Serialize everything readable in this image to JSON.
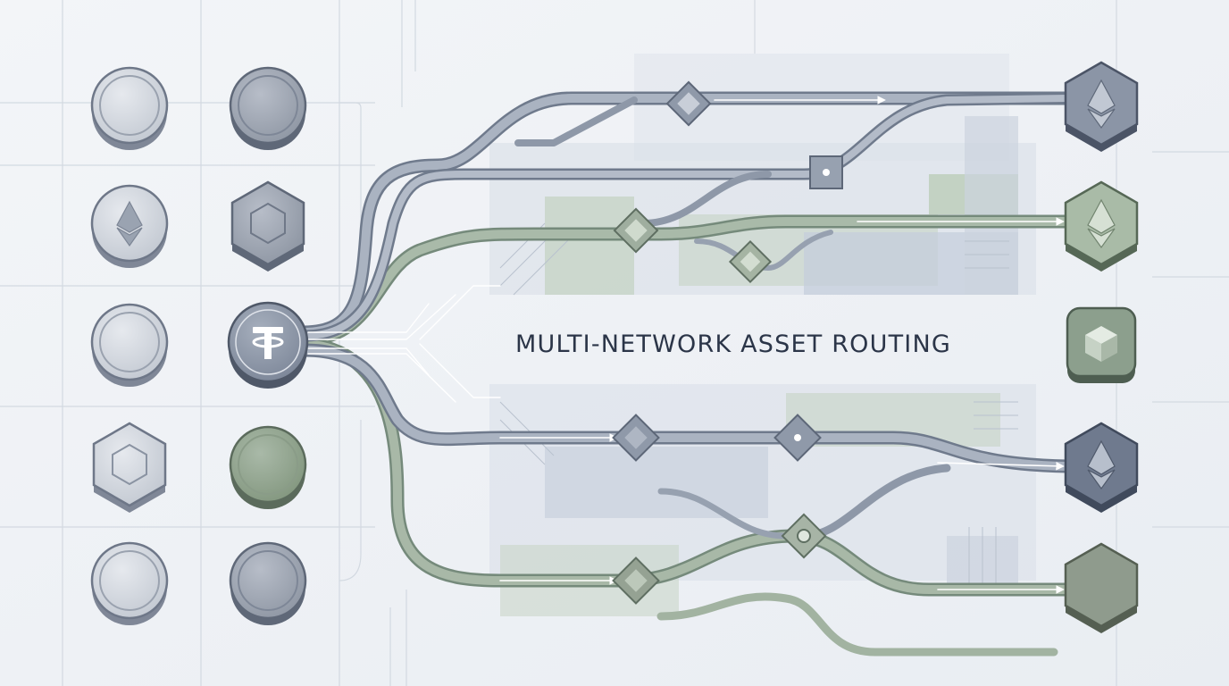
{
  "title": "MULTI-NETWORK ASSET ROUTING",
  "colors": {
    "background": "#eef1f5",
    "pipe_gray": "#8e98a8",
    "pipe_gray_dark": "#6f7a8c",
    "pipe_green": "#8fa494",
    "pipe_green_dark": "#758a7b",
    "panel_green": "#b9ccb4",
    "panel_blue": "#c5cddb",
    "title": "#2b3548"
  },
  "source_tokens": [
    {
      "id": "src-1",
      "shape": "circle",
      "icon": "blank-coin-icon",
      "tone": "light"
    },
    {
      "id": "src-2",
      "shape": "circle",
      "icon": "blank-coin-icon",
      "tone": "mid"
    },
    {
      "id": "src-3",
      "shape": "circle",
      "icon": "ethereum-icon",
      "tone": "light"
    },
    {
      "id": "src-4",
      "shape": "hexagon",
      "icon": "hexagon-icon",
      "tone": "mid"
    },
    {
      "id": "src-5",
      "shape": "circle",
      "icon": "blank-coin-icon",
      "tone": "light"
    },
    {
      "id": "src-6",
      "shape": "circle",
      "icon": "tether-icon",
      "tone": "active"
    },
    {
      "id": "src-7",
      "shape": "hexagon",
      "icon": "hexagon-icon",
      "tone": "light"
    },
    {
      "id": "src-8",
      "shape": "circle",
      "icon": "blank-coin-icon",
      "tone": "green"
    },
    {
      "id": "src-9",
      "shape": "circle",
      "icon": "blank-coin-icon",
      "tone": "light"
    },
    {
      "id": "src-10",
      "shape": "circle",
      "icon": "blank-coin-icon",
      "tone": "mid"
    }
  ],
  "destinations": [
    {
      "id": "dest-1",
      "shape": "hexagon",
      "icon": "ethereum-icon",
      "tone": "slate"
    },
    {
      "id": "dest-2",
      "shape": "hexagon",
      "icon": "ethereum-icon",
      "tone": "green"
    },
    {
      "id": "dest-3",
      "shape": "rounded-square",
      "icon": "cube-icon",
      "tone": "green-dark"
    },
    {
      "id": "dest-4",
      "shape": "hexagon",
      "icon": "ethereum-icon",
      "tone": "slate-dark"
    },
    {
      "id": "dest-5",
      "shape": "hexagon",
      "icon": "none",
      "tone": "olive"
    }
  ]
}
